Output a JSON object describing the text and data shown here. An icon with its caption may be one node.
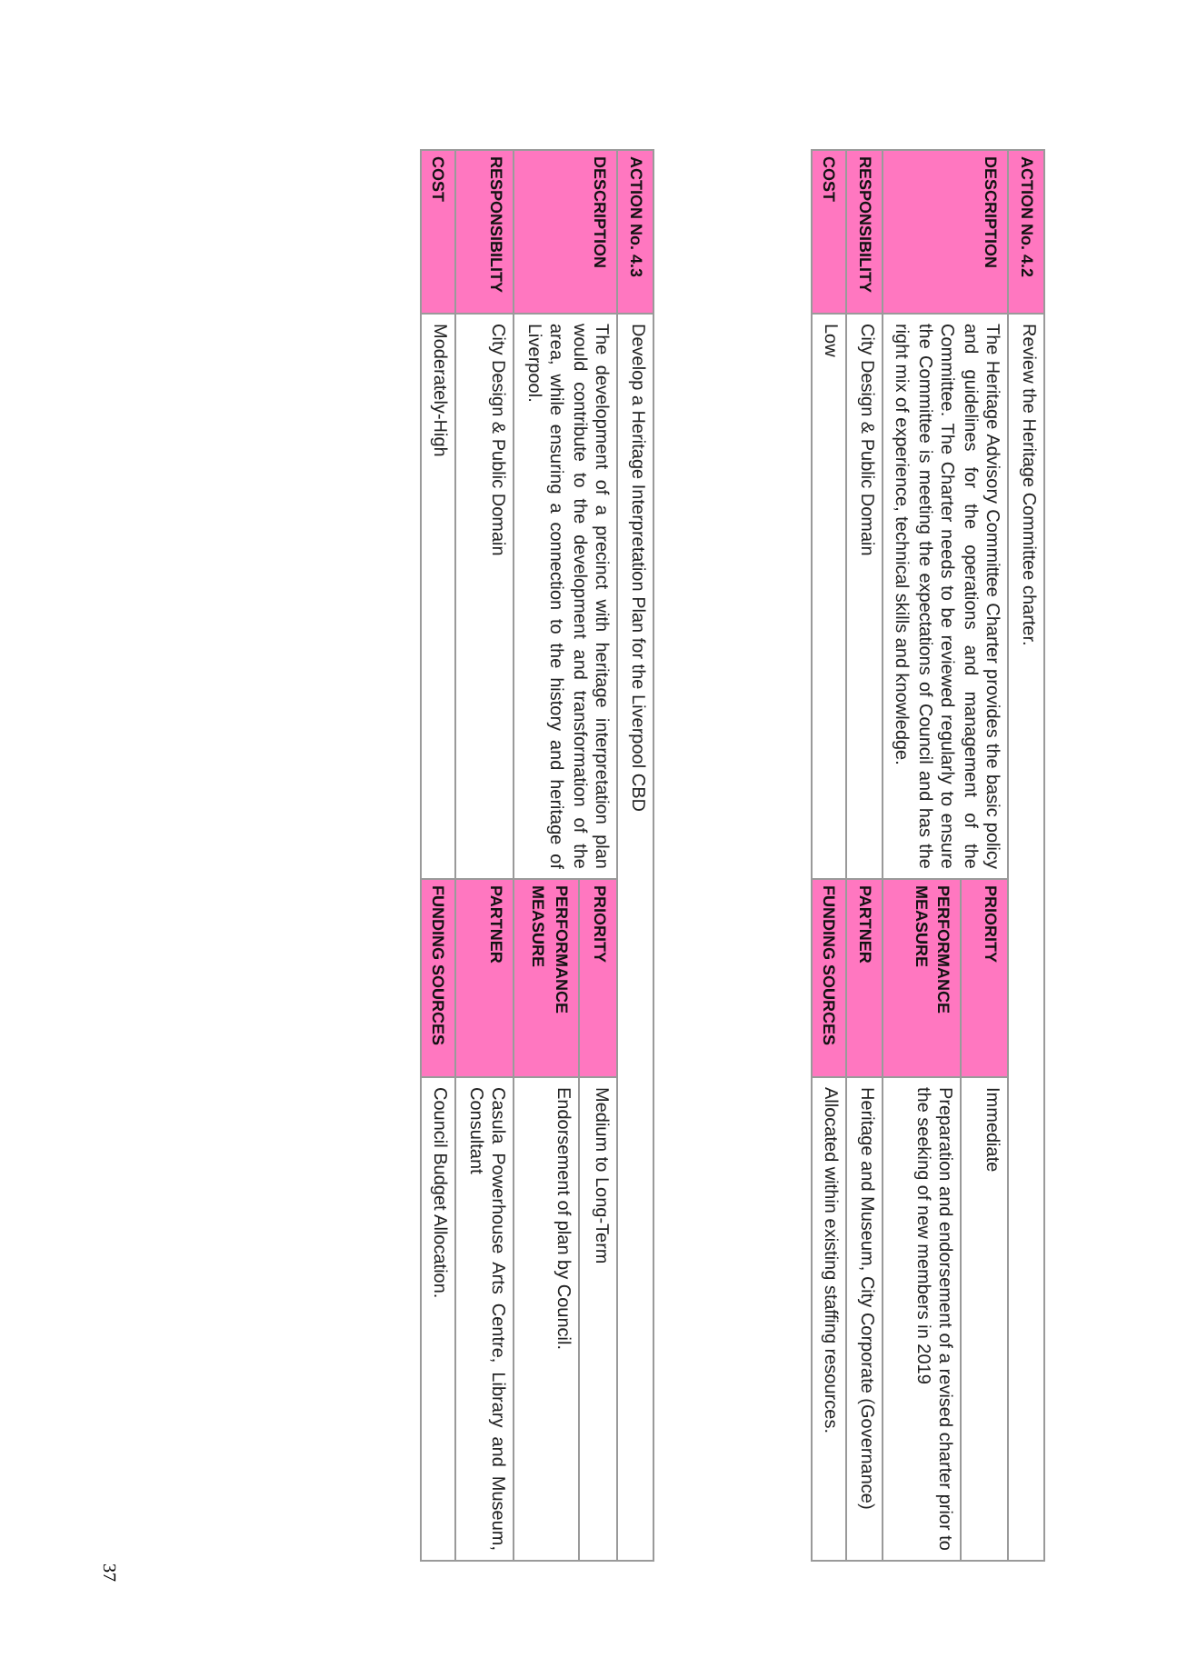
{
  "diagram": {
    "labels": [
      "ACTION No. 4.2",
      "Review the Heritage Committee charter.",
      "DESCRIPTION",
      "The Heritage Advisory Committee Charter provides the basic policy and guidelines for the operations and management of the Committee. The Charter needs to be reviewed regularly to ensure the Committee is meeting the expectations of Council and has the right mix of experience, technical skills and knowledge.",
      "PRIORITY",
      "Immediate",
      "PERFORMANCE MEASURE",
      "Preparation and endorsement of a revised charter prior to the seeking of new members in 2019",
      "RESPONSIBILITY",
      "City Design & Public Domain",
      "PARTNER",
      "Heritage and Museum, City Corporate (Governance)",
      "COST",
      "Low",
      "FUNDING SOURCES",
      "Allocated within existing staffing resources.",
      "ACTION No. 4.3",
      "Develop a Heritage Interpretation Plan for the Liverpool CBD",
      "DESCRIPTION",
      "The development of a precinct with heritage interpretation plan would contribute to the development and transformation of the area, while ensuring a connection to the history and heritage of Liverpool.",
      "PRIORITY",
      "Medium to Long-Term",
      "PERFORMANCE MEASURE",
      "Endorsement of plan by Council.",
      "RESPONSIBILITY",
      "City Design & Public Domain",
      "PARTNER",
      "Casula Powerhouse Arts Centre, Library and Museum, Consultant",
      "COST",
      "Moderately-High",
      "FUNDING SOURCES",
      "Council Budget Allocation.",
      "37"
    ]
  }
}
